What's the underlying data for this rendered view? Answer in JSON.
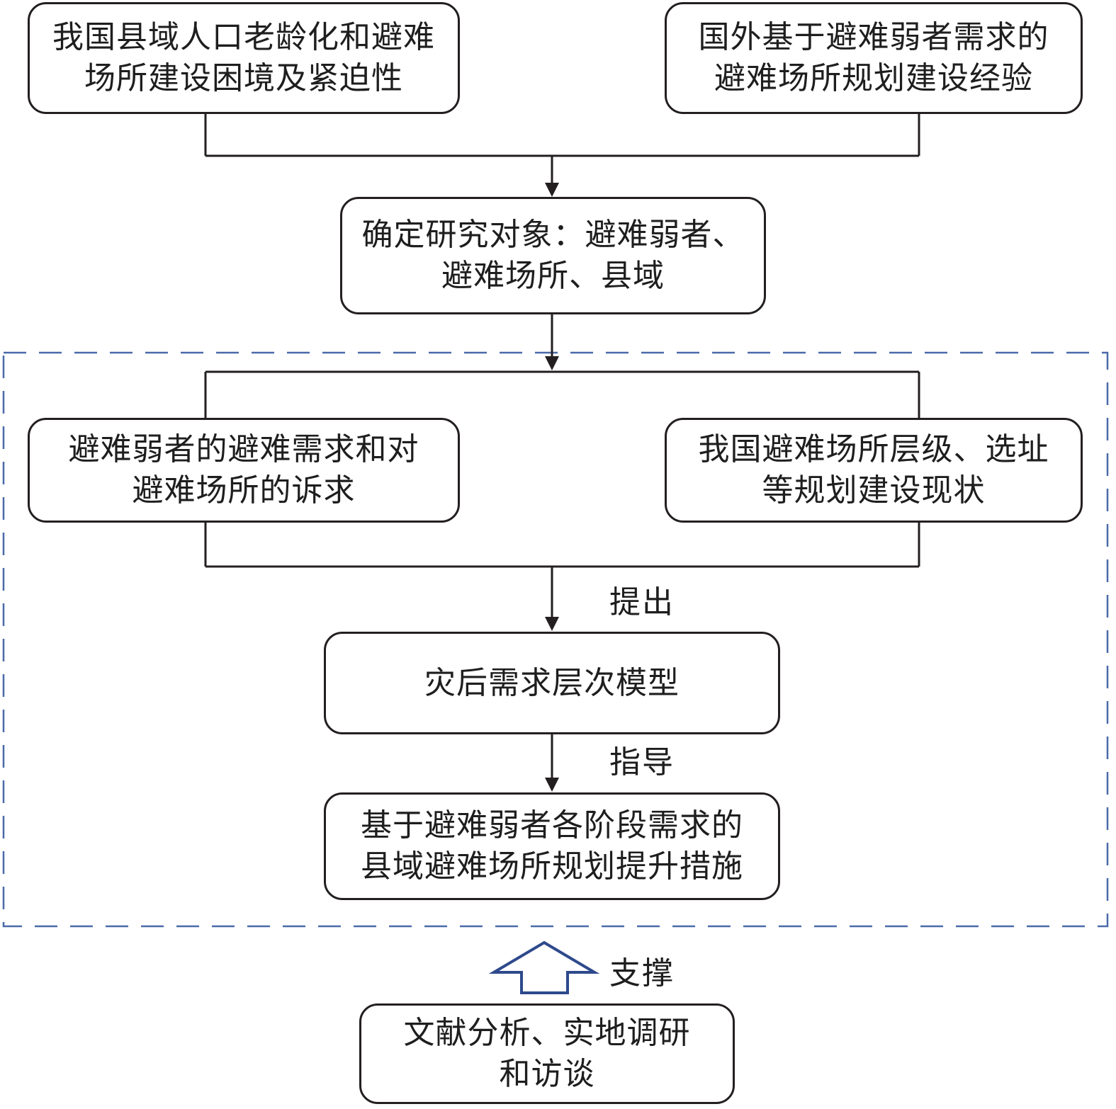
{
  "boxes": {
    "top_left": [
      "我国县域人口老龄化和避难",
      "场所建设困境及紧迫性"
    ],
    "top_right": [
      "国外基于避难弱者需求的",
      "避难场所规划建设经验"
    ],
    "research_object": [
      "确定研究对象：避难弱者、",
      "避难场所、县域"
    ],
    "mid_left": [
      "避难弱者的避难需求和对",
      "避难场所的诉求"
    ],
    "mid_right": [
      "我国避难场所层级、选址",
      "等规划建设现状"
    ],
    "model": [
      "灾后需求层次模型"
    ],
    "measures": [
      "基于避难弱者各阶段需求的",
      "县域避难场所规划提升措施"
    ],
    "methods": [
      "文献分析、实地调研",
      "和访谈"
    ]
  },
  "arrow_labels": {
    "propose": "提出",
    "guide": "指导",
    "support": "支撑"
  },
  "colors": {
    "line": "#231f20",
    "dashed_frame": "#4a6aa8",
    "support_arrow": "#2e4a8c"
  }
}
